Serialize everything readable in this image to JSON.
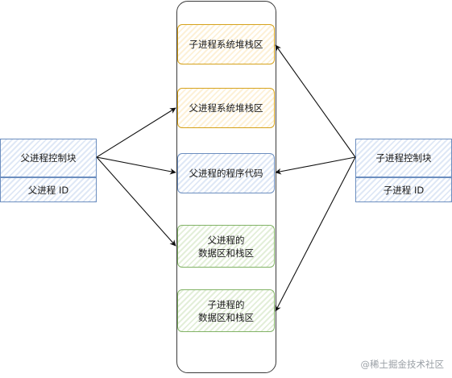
{
  "memory": {
    "child_stack": "子进程系统堆栈区",
    "parent_stack": "父进程系统堆栈区",
    "parent_code": "父进程的程序代码",
    "parent_data_line1": "父进程的",
    "parent_data_line2": "数据区和栈区",
    "child_data_line1": "子进程的",
    "child_data_line2": "数据区和栈区"
  },
  "parent": {
    "pcb": "父进程控制块",
    "pid": "父进程 ID"
  },
  "child": {
    "pcb": "子进程控制块",
    "pid": "子进程 ID"
  },
  "watermark": "@稀土掘金技术社区",
  "colors": {
    "orange_border": "#d6a21c",
    "blue_border": "#6c8ebf",
    "green_border": "#82b366",
    "arrow": "#111111"
  }
}
